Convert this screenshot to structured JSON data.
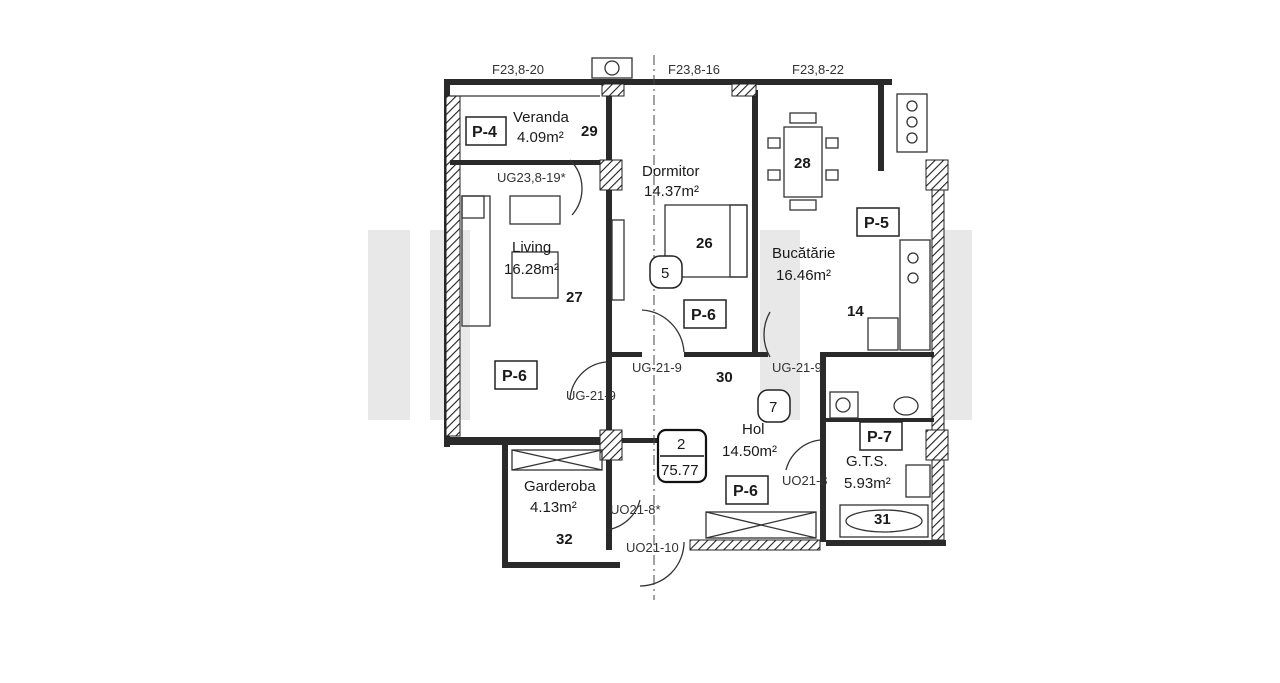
{
  "facade_codes": [
    "F23,8-20",
    "F23,8-16",
    "F23,8-22"
  ],
  "rooms": {
    "veranda": {
      "name": "Veranda",
      "area": "4.09m²",
      "number": "29"
    },
    "dormitor": {
      "name": "Dormitor",
      "area": "14.37m²",
      "number": "26"
    },
    "living": {
      "name": "Living",
      "area": "16.28m²",
      "number": "27"
    },
    "bucatarie": {
      "name": "Bucătărie",
      "area": "16.46m²",
      "number": "28"
    },
    "hol": {
      "name": "Hol",
      "area": "14.50m²",
      "number": "30"
    },
    "garderoba": {
      "name": "Garderoba",
      "area": "4.13m²",
      "number": "32"
    },
    "gts": {
      "name": "G.T.S.",
      "area": "5.93m²",
      "number": "31"
    }
  },
  "kitchen_sink_number": "14",
  "panel_tags": {
    "p4": "P-4",
    "p5": "P-5",
    "p6_living": "P-6",
    "p6_bedroom": "P-6",
    "p6_hall": "P-6",
    "p7": "P-7"
  },
  "door_codes": {
    "veranda_door": "UG23,8-19*",
    "bedroom_door": "UG-21-9",
    "kitchen_door": "UG-21-9",
    "living_door": "UG-21-9",
    "bath_door": "UO21-8",
    "wardrobe_door": "UO21-8*",
    "entry_door": "UO21-10"
  },
  "circle_markers": {
    "left": "5",
    "right": "7"
  },
  "apartment": {
    "number": "2",
    "area": "75.77"
  }
}
